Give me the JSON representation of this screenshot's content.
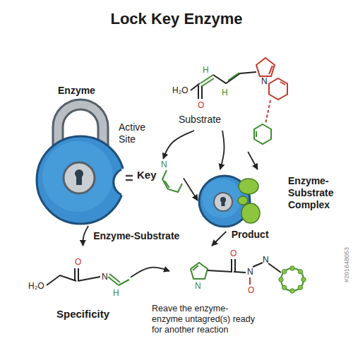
{
  "diagram": {
    "title": "Lock Key Enzyme",
    "nodes": [
      {
        "text": [
          "Enzyme",
          "Active Site"
        ]
      },
      {
        "text": [
          "Substrate"
        ]
      },
      {
        "text": [
          "Key"
        ]
      },
      {
        "text": [
          "N"
        ]
      },
      {
        "text": [
          "Enzyme-Substrate Complex"
        ]
      },
      {
        "text": [
          "Specificity"
        ]
      },
      {
        "text": [
          "Reave the enzyme- enzyme untagred(s) ready for another reaction"
        ]
      }
    ],
    "edges": [
      {
        "from": 1,
        "to": 2,
        "arrow": "to"
      },
      {
        "from": 1,
        "to": 4,
        "arrow": "to"
      },
      {
        "from": 2,
        "to": 4,
        "arrow": "to"
      },
      {
        "from": 3,
        "to": 4,
        "arrow": "to"
      },
      {
        "from": 0,
        "to": 5,
        "label": "Enzyme-Substrate",
        "arrow": "to"
      },
      {
        "from": 4,
        "to": 6,
        "label": "Product",
        "arrow": "to"
      },
      {
        "from": 5,
        "to": 6,
        "arrow": "to"
      }
    ],
    "labels": [
      "H₂O",
      "O",
      "H",
      "H",
      "N",
      "H₂O",
      "O",
      "N",
      "H",
      "O",
      "N",
      "N",
      "O",
      "N",
      "#201648053"
    ]
  }
}
